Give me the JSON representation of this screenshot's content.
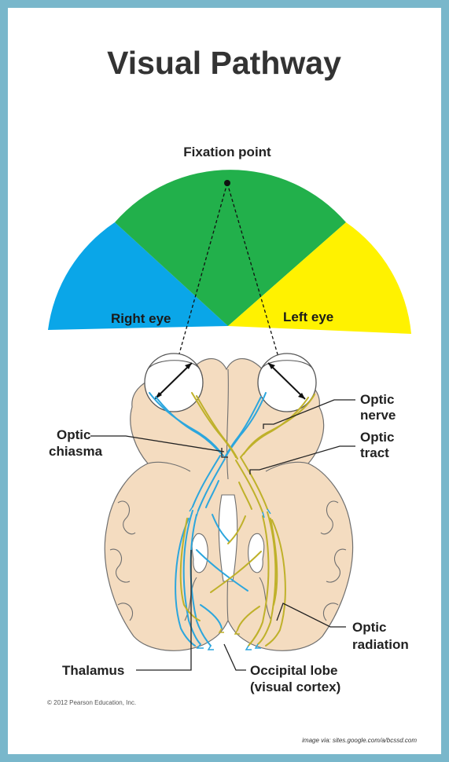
{
  "title": "Visual Pathway",
  "fixation_point": "Fixation point",
  "visual_field": {
    "right_eye": "Right eye",
    "left_eye": "Left eye",
    "colors": {
      "right_field": "#0aa6e8",
      "binocular_field": "#22b04b",
      "left_field": "#fff200"
    }
  },
  "pathway_colors": {
    "right_pathway": "#2ca6dd",
    "left_pathway": "#bfb12a",
    "brain_tissue": "#f4dcc0"
  },
  "labels": {
    "optic_nerve": [
      "Optic",
      "nerve"
    ],
    "optic_chiasma": [
      "Optic",
      "chiasma"
    ],
    "optic_tract": [
      "Optic",
      "tract"
    ],
    "optic_radiation": [
      "Optic",
      "radiation"
    ],
    "thalamus": "Thalamus",
    "occipital_lobe": [
      "Occipital lobe",
      "(visual cortex)"
    ]
  },
  "copyright": "© 2012 Pearson Education, Inc.",
  "image_credit": "image via: sites.google.com/a/bcssd.com"
}
